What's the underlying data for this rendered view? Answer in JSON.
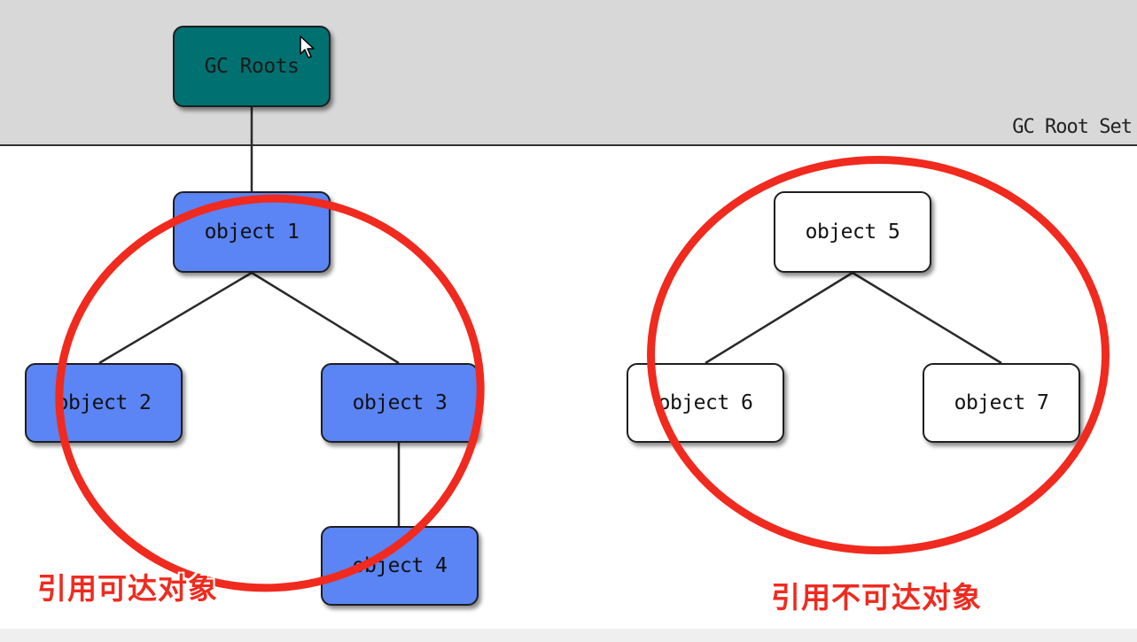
{
  "root_set": {
    "label": "GC Root Set"
  },
  "nodes": {
    "gc_roots": "GC Roots",
    "object1": "object 1",
    "object2": "object 2",
    "object3": "object 3",
    "object4": "object 4",
    "object5": "object 5",
    "object6": "object 6",
    "object7": "object 7"
  },
  "captions": {
    "reachable": "引用可达对象",
    "unreachable": "引用不可达对象"
  },
  "colors": {
    "root_node": "#007070",
    "reachable_node": "#5b84f5",
    "unreachable_node": "#ffffff",
    "highlight_ring": "#f02a1e"
  },
  "icons": {
    "cursor": "mouse-pointer-icon"
  }
}
